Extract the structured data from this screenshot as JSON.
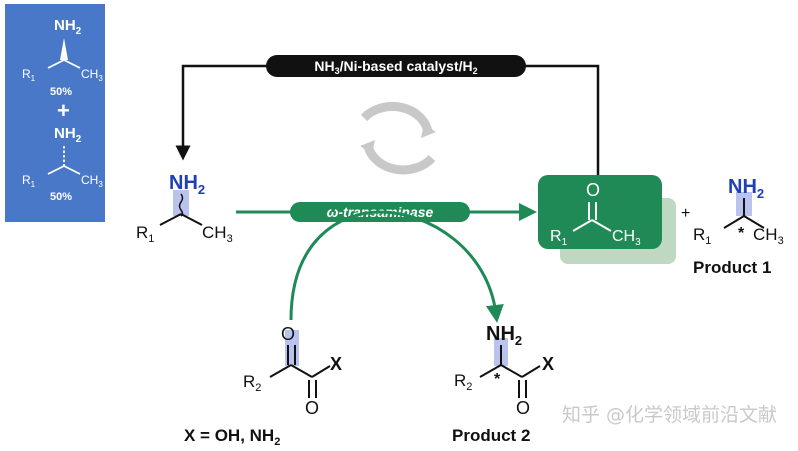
{
  "colors": {
    "racemate_panel": "#4a78c8",
    "catalyst_green": "#1f8a55",
    "amine_blue": "#1f3fb4",
    "highlight": "#b9c3ee",
    "label_black": "#111111",
    "recycle_gray": "#c8c8c8",
    "shadow_green": "#bfd8c2"
  },
  "racemate": {
    "top_amine": {
      "nh2": "NH",
      "nh2_sub": "2",
      "r": "R",
      "r_sub": "1",
      "ch3": "CH",
      "ch3_sub": "3",
      "percent": "50%"
    },
    "plus": "+",
    "bottom_amine": {
      "nh2": "NH",
      "nh2_sub": "2",
      "r": "R",
      "r_sub": "1",
      "ch3": "CH",
      "ch3_sub": "3",
      "percent": "50%"
    }
  },
  "recycle": {
    "label_prefix": "NH",
    "label_sub1": "3",
    "label_mid": "/Ni-based catalyst/H",
    "label_sub2": "2"
  },
  "substrate": {
    "nh2": "NH",
    "nh2_sub": "2",
    "r": "R",
    "r_sub": "1",
    "ch3": "CH",
    "ch3_sub": "3"
  },
  "enzyme": {
    "label": "ω-transaminase"
  },
  "ketone": {
    "o": "O",
    "r": "R",
    "r_sub": "1",
    "ch3": "CH",
    "ch3_sub": "3"
  },
  "product1": {
    "plus": "+",
    "nh2": "NH",
    "nh2_sub": "2",
    "r": "R",
    "r_sub": "1",
    "ch3": "CH",
    "ch3_sub": "3",
    "star": "*",
    "label": "Product 1"
  },
  "acceptor": {
    "o_top": "O",
    "x": "X",
    "r": "R",
    "r_sub": "2",
    "o_bottom": "O",
    "caption_prefix": "X = OH, NH",
    "caption_sub": "2"
  },
  "product2": {
    "nh2": "NH",
    "nh2_sub": "2",
    "x": "X",
    "r": "R",
    "r_sub": "2",
    "o": "O",
    "star": "*",
    "label": "Product 2"
  },
  "watermark": {
    "text": "知乎 @化学领域前沿文献"
  }
}
